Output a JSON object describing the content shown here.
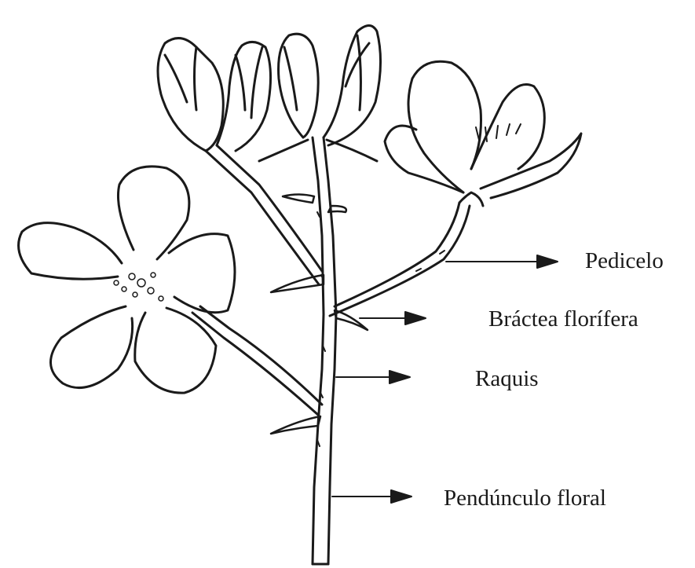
{
  "labels": {
    "pedicelo": "Pedicelo",
    "bractea": "Bráctea florífera",
    "raquis": "Raquis",
    "pedunculo": "Pendúnculo floral"
  },
  "colors": {
    "ink": "#1a1a1a",
    "background": "#ffffff"
  }
}
